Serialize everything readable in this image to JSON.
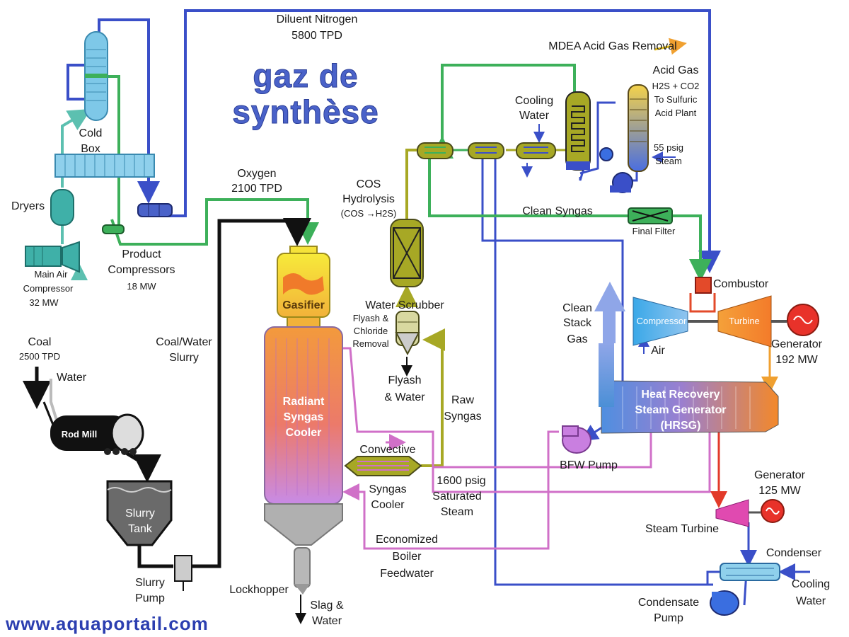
{
  "title": "gaz de synthèse",
  "website": "www.aquaportail.com",
  "colors": {
    "nitrogen_line": "#3a4fc8",
    "oxygen_line": "#3db05a",
    "slurry_line": "#111111",
    "raw_syngas_line": "#a7a825",
    "feedwater_line": "#d070c8",
    "steam_line": "#e23a2a",
    "gasifier_top": "#f5e23a",
    "cooler_gradient_top": "#f08a3a",
    "cooler_gradient_bottom": "#c77fe0",
    "hrsg": "#f07a2a"
  },
  "labels": {
    "diluent_nitrogen": "Diluent Nitrogen",
    "diluent_nitrogen_rate": "5800 TPD",
    "mdea": "MDEA Acid Gas Removal",
    "acid_gas": "Acid Gas",
    "acid_gas_1": "H2S + CO2",
    "acid_gas_2": "To Sulfuric",
    "acid_gas_3": "Acid Plant",
    "cooling_water_1": "Cooling",
    "cooling_water_2": "Water",
    "steam_55_1": "55 psig",
    "steam_55_2": "Steam",
    "cold_box_1": "Cold",
    "cold_box_2": "Box",
    "dryers": "Dryers",
    "main_air_1": "Main Air",
    "main_air_2": "Compressor",
    "main_air_3": "32 MW",
    "product_1": "Product",
    "product_2": "Compressors",
    "product_3": "18 MW",
    "oxygen_1": "Oxygen",
    "oxygen_2": "2100 TPD",
    "cos_1": "COS",
    "cos_2": "Hydrolysis",
    "cos_3": "(COS →H2S)",
    "clean_syngas": "Clean Syngas",
    "final_filter": "Final Filter",
    "combustor": "Combustor",
    "compressor": "Compressor",
    "turbine": "Turbine",
    "air": "Air",
    "generator_192_1": "Generator",
    "generator_192_2": "192 MW",
    "clean_stack_1": "Clean",
    "clean_stack_2": "Stack",
    "clean_stack_3": "Gas",
    "gasifier": "Gasifier",
    "water_scrubber": "Water  Scrubber",
    "flyash_chloride_1": "Flyash &",
    "flyash_chloride_2": "Chloride",
    "flyash_chloride_3": "Removal",
    "flyash_water_1": "Flyash",
    "flyash_water_2": "& Water",
    "raw_syngas_1": "Raw",
    "raw_syngas_2": "Syngas",
    "coal_1": "Coal",
    "coal_2": "2500 TPD",
    "water": "Water",
    "coal_water_1": "Coal/Water",
    "coal_water_2": "Slurry",
    "rod_mill": "Rod Mill",
    "slurry_tank_1": "Slurry",
    "slurry_tank_2": "Tank",
    "slurry_pump_1": "Slurry",
    "slurry_pump_2": "Pump",
    "radiant_1": "Radiant",
    "radiant_2": "Syngas",
    "radiant_3": "Cooler",
    "convective_1": "Convective",
    "convective_2": "Syngas",
    "convective_3": "Cooler",
    "sat_steam_1": "1600 psig",
    "sat_steam_2": "Saturated",
    "sat_steam_3": "Steam",
    "hrsg_1": "Heat Recovery",
    "hrsg_2": "Steam Generator",
    "hrsg_3": "(HRSG)",
    "bfw_pump": "BFW Pump",
    "generator_125_1": "Generator",
    "generator_125_2": "125 MW",
    "steam_turbine": "Steam Turbine",
    "condenser": "Condenser",
    "cooling_water_b_1": "Cooling",
    "cooling_water_b_2": "Water",
    "condensate_1": "Condensate",
    "condensate_2": "Pump",
    "economized_1": "Economized",
    "economized_2": "Boiler",
    "economized_3": "Feedwater",
    "lockhopper": "Lockhopper",
    "slag_1": "Slag &",
    "slag_2": "Water"
  }
}
